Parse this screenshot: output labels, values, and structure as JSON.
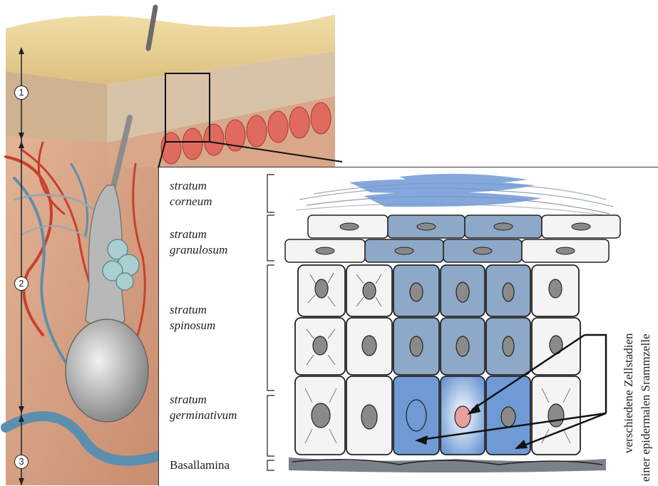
{
  "markers": [
    "1",
    "2",
    "3"
  ],
  "labels": {
    "corneum": [
      "stratum",
      "corneum"
    ],
    "granulosum": [
      "stratum",
      "granulosum"
    ],
    "spinosum": [
      "stratum",
      "spinosum"
    ],
    "germinativum": [
      "stratum",
      "germinativum"
    ],
    "basal": "Basallamina"
  },
  "side_note": [
    "verschiedene Zellstadien",
    "einer epidermalen Srammzelle"
  ],
  "colors": {
    "skin_surface": "#e9d39a",
    "dermis": "#d9a78a",
    "vessel_red": "#c8402e",
    "vessel_blue": "#5b8fae",
    "hair": "#9a9a9a",
    "cell_outline": "#222222",
    "cell_blue": "#5a86c6",
    "cell_light": "#f4f4f4",
    "nucleus_pink": "#e7a0a0"
  }
}
